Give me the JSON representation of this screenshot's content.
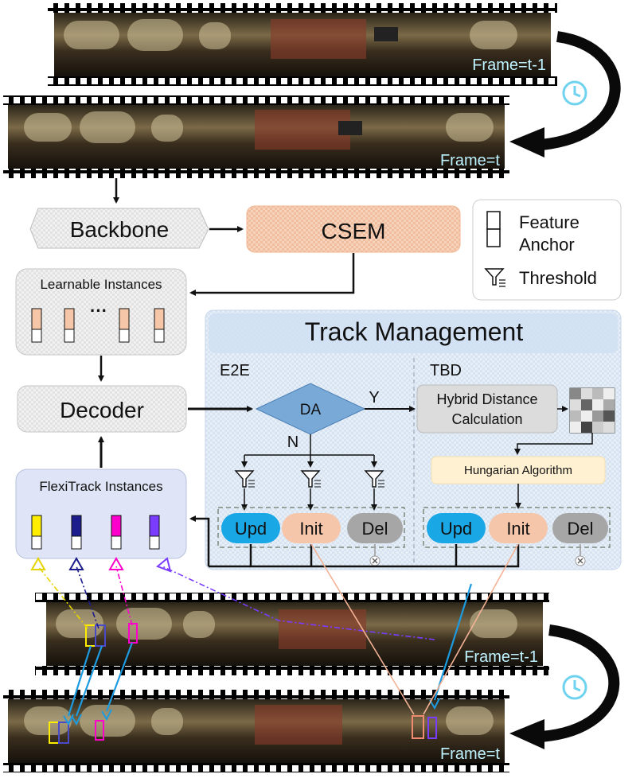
{
  "frames": {
    "top_prev": "Frame=t-1",
    "top_cur": "Frame=t",
    "bottom_prev": "Frame=t-1",
    "bottom_cur": "Frame=t"
  },
  "boxes": {
    "backbone": "Backbone",
    "csem": "CSEM",
    "learnable_instances": "Learnable Instances",
    "ellipsis": "···",
    "decoder": "Decoder",
    "flexitrack_instances": "FlexiTrack Instances"
  },
  "legend": {
    "feature": "Feature",
    "anchor": "Anchor",
    "threshold": "Threshold"
  },
  "track_management": {
    "title": "Track Management",
    "e2e": "E2E",
    "tbd": "TBD",
    "da": "DA",
    "yes": "Y",
    "no": "N",
    "hybrid_line1": "Hybrid Distance",
    "hybrid_line2": "Calculation",
    "hungarian": "Hungarian Algorithm",
    "upd": "Upd",
    "init": "Init",
    "del": "Del"
  },
  "colors": {
    "upd": "#1aa7e6",
    "init": "#f6c6aa",
    "del": "#a6a6a6",
    "da": "#79a9d6",
    "csem": "#f6ccb0",
    "instance_feature": "#f6c6a8",
    "flexi_yellow": "#ffee00",
    "flexi_navy": "#1c1c8c",
    "flexi_magenta": "#ff00cc",
    "flexi_purple": "#7a3cff",
    "frame_label": "#bff2ff",
    "arrow_blue": "#1d9be0",
    "arrow_peach": "#f3b295"
  }
}
